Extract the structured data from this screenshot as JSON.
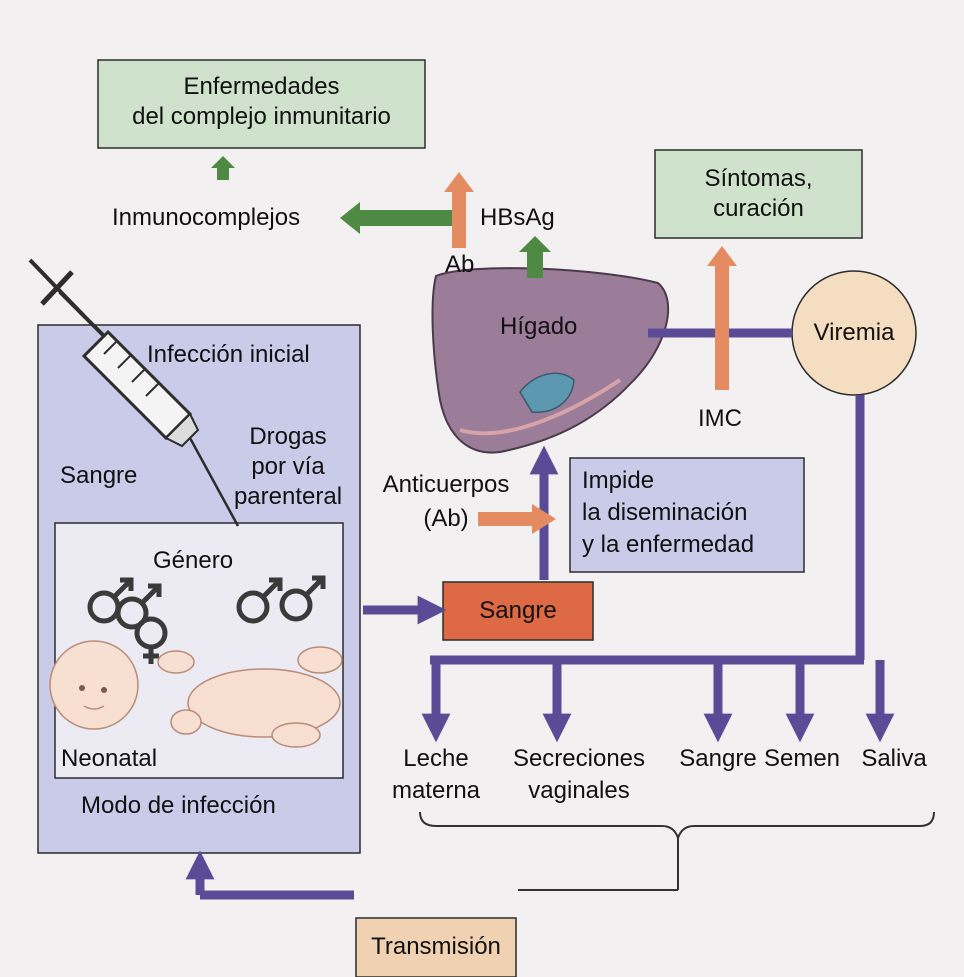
{
  "labels": {
    "immune_disease_1": "Enfermedades",
    "immune_disease_2": "del complejo inmunitario",
    "immunocomplexes": "Inmunocomplejos",
    "hbsag": "HBsAg",
    "ab_short": "Ab",
    "symptoms_1": "Síntomas,",
    "symptoms_2": "curación",
    "liver": "Hígado",
    "viremia": "Viremia",
    "imc": "IMC",
    "initial_infection": "Infección inicial",
    "drugs_1": "Drogas",
    "drugs_2": "por vía",
    "drugs_3": "parenteral",
    "blood_left": "Sangre",
    "antibodies_1": "Anticuerpos",
    "antibodies_2": "(Ab)",
    "prevents_1": "Impide",
    "prevents_2": "la diseminación",
    "prevents_3": "y la enfermedad",
    "gender": "Género",
    "blood_center": "Sangre",
    "neonatal": "Neonatal",
    "infection_mode": "Modo de infección",
    "milk_1": "Leche",
    "milk_2": "materna",
    "vaginal_1": "Secreciones",
    "vaginal_2": "vaginales",
    "blood_out": "Sangre",
    "semen": "Semen",
    "saliva": "Saliva",
    "transmission": "Transmisión"
  },
  "colors": {
    "green_box": "#cfe2cc",
    "green_arrow": "#4e8a43",
    "orange_arrow": "#e58b62",
    "purple_line": "#5a4b97",
    "lavender_box": "#c9cbe9",
    "blood_box": "#de6a45",
    "transmission_box": "#f0d2b2",
    "viremia_circle": "#f5ddc1",
    "liver": "#9b7d9a"
  }
}
